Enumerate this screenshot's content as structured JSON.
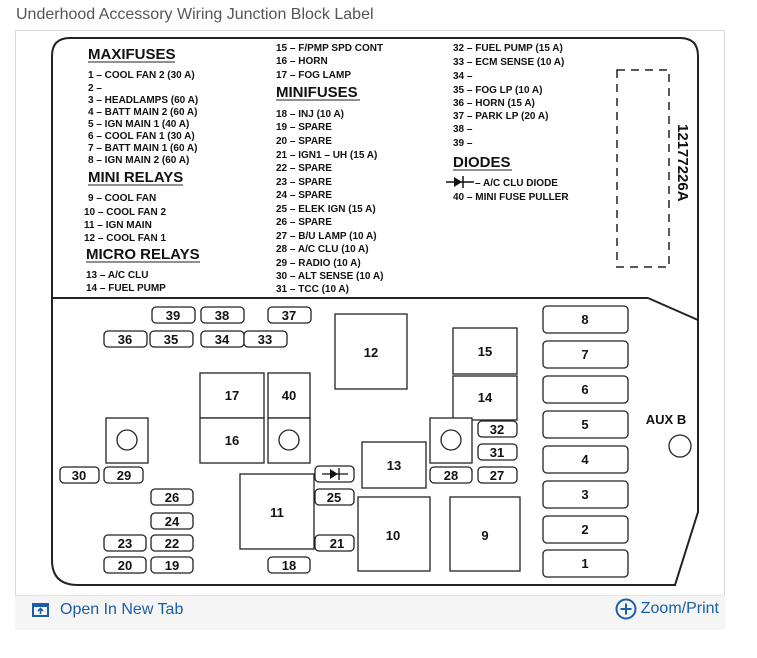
{
  "page": {
    "title": "Underhood Accessory Wiring Junction Block Label",
    "open_new_tab": "Open In New Tab",
    "zoom_print": "Zoom/Print"
  },
  "label": {
    "maxifuses": {
      "heading": "MAXIFUSES",
      "items": [
        "1 – COOL FAN 2 (30 A)",
        "2 –",
        "3 – HEADLAMPS (60 A)",
        "4 – BATT MAIN 2 (60 A)",
        "5 – IGN MAIN 1 (40 A)",
        "6 – COOL FAN 1 (30 A)",
        "7 – BATT MAIN 1 (60 A)",
        "8 – IGN MAIN 2 (60 A)"
      ]
    },
    "mini_relays": {
      "heading": "MINI RELAYS",
      "items": [
        "9 – COOL FAN",
        "10 – COOL FAN 2",
        "11 – IGN MAIN",
        "12 – COOL FAN 1"
      ]
    },
    "micro_relays": {
      "heading": "MICRO RELAYS",
      "items": [
        "13 – A/C CLU",
        "14 – FUEL PUMP"
      ]
    },
    "col2_top": [
      "15 – F/PMP SPD CONT",
      "16 – HORN",
      "17 – FOG LAMP"
    ],
    "minifuses": {
      "heading": "MINIFUSES",
      "items": [
        "18 – INJ (10 A)",
        "19 – SPARE",
        "20 – SPARE",
        "21 – IGN1 – UH (15 A)",
        "22 – SPARE",
        "23 – SPARE",
        "24 – SPARE",
        "25 – ELEK IGN (15 A)",
        "26 – SPARE",
        "27 – B/U LAMP (10 A)",
        "28 – A/C CLU (10 A)",
        "29 – RADIO (10 A)",
        "30 – ALT SENSE (10 A)",
        "31 – TCC (10 A)"
      ]
    },
    "col3_top": [
      "32 – FUEL PUMP (15 A)",
      "33 – ECM SENSE (10 A)",
      "34 –",
      "35 – FOG LP (10 A)",
      "36 – HORN (15 A)",
      "37 – PARK LP (20 A)",
      "38 –",
      "39 –"
    ],
    "diodes": {
      "heading": "DIODES",
      "items": [
        "– A/C CLU DIODE",
        "40 – MINI FUSE PULLER"
      ]
    },
    "part_number": "12177226A"
  },
  "block": {
    "aux_label": "AUX B",
    "slots": [
      "39",
      "38",
      "37",
      "36",
      "35",
      "34",
      "33",
      "12",
      "8",
      "7",
      "6",
      "5",
      "4",
      "3",
      "2",
      "1",
      "17",
      "40",
      "15",
      "14",
      "16",
      "32",
      "31",
      "30",
      "29",
      "28",
      "27",
      "13",
      "26",
      "25",
      "24",
      "23",
      "22",
      "21",
      "20",
      "19",
      "18",
      "11",
      "10",
      "9"
    ]
  }
}
